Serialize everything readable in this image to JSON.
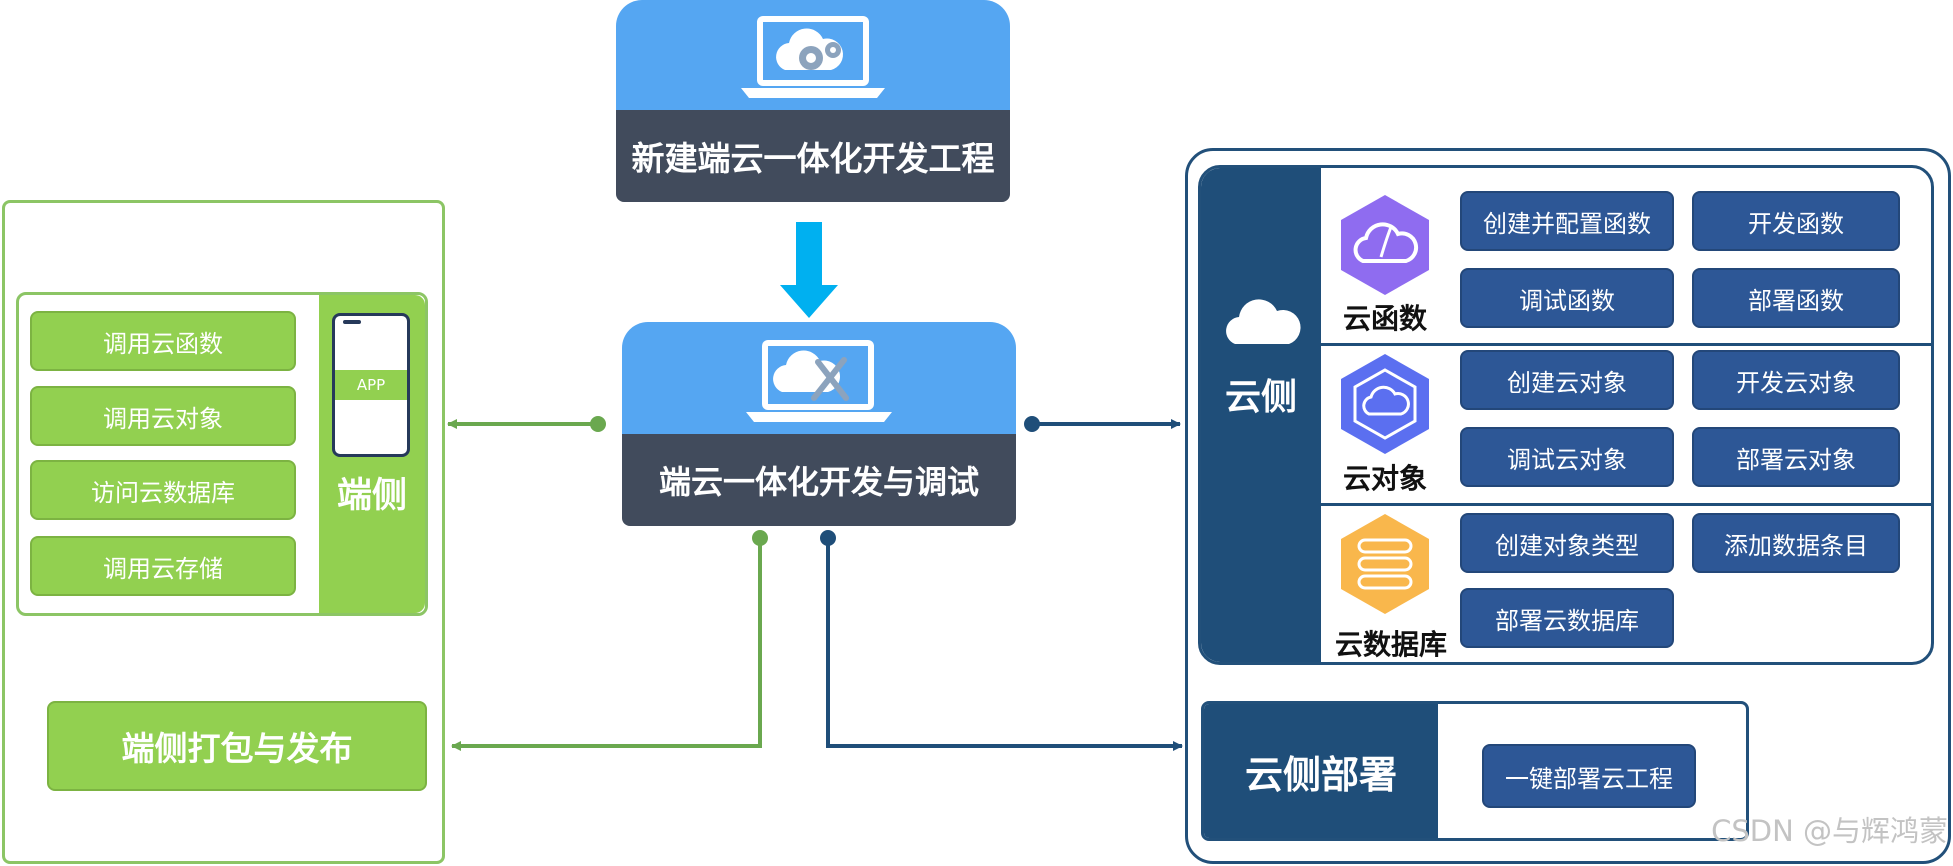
{
  "top": {
    "title": "新建端云一体化开发工程"
  },
  "middle": {
    "title": "端云一体化开发与调试"
  },
  "device": {
    "label": "端侧",
    "phone_label": "APP",
    "buttons": [
      "调用云函数",
      "调用云对象",
      "访问云数据库",
      "调用云存储"
    ],
    "publish": "端侧打包与发布"
  },
  "cloud": {
    "label": "云侧",
    "groups": [
      {
        "name": "云函数",
        "icon": "cloud-function-icon",
        "buttons": [
          "创建并配置函数",
          "开发函数",
          "调试函数",
          "部署函数"
        ]
      },
      {
        "name": "云对象",
        "icon": "cloud-object-icon",
        "buttons": [
          "创建云对象",
          "开发云对象",
          "调试云对象",
          "部署云对象"
        ]
      },
      {
        "name": "云数据库",
        "icon": "cloud-database-icon",
        "buttons": [
          "创建对象类型",
          "添加数据条目",
          "部署云数据库"
        ]
      }
    ],
    "deploy": {
      "label": "云侧部署",
      "button": "一键部署云工程"
    }
  },
  "watermark": "CSDN @与辉鸿蒙",
  "colors": {
    "green": "#92d050",
    "navy": "#1f4e79",
    "blue": "#55a6f2",
    "arrow": "#00b0f0"
  }
}
